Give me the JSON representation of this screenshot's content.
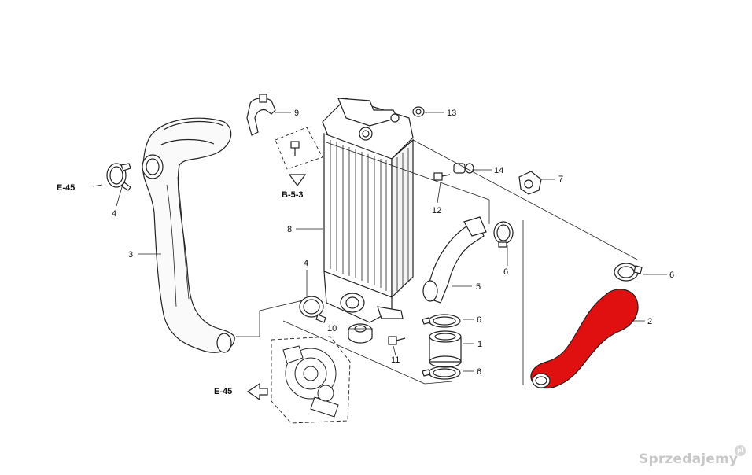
{
  "callouts": {
    "p1": "1",
    "p2": "2",
    "p3": "3",
    "p4a": "4",
    "p4b": "4",
    "p5": "5",
    "p6a": "6",
    "p6b": "6",
    "p6c": "6",
    "p6d": "6",
    "p7": "7",
    "p8": "8",
    "p9": "9",
    "p10": "10",
    "p11": "11",
    "p12": "12",
    "p13": "13",
    "p14": "14"
  },
  "refs": {
    "e45_top": "E-45",
    "e45_bottom": "E-45",
    "b53": "B-5-3"
  },
  "watermark": {
    "text": "Sprzedajemy",
    "badge": "pl"
  },
  "highlight": {
    "part": "2",
    "color": "#e01010"
  }
}
